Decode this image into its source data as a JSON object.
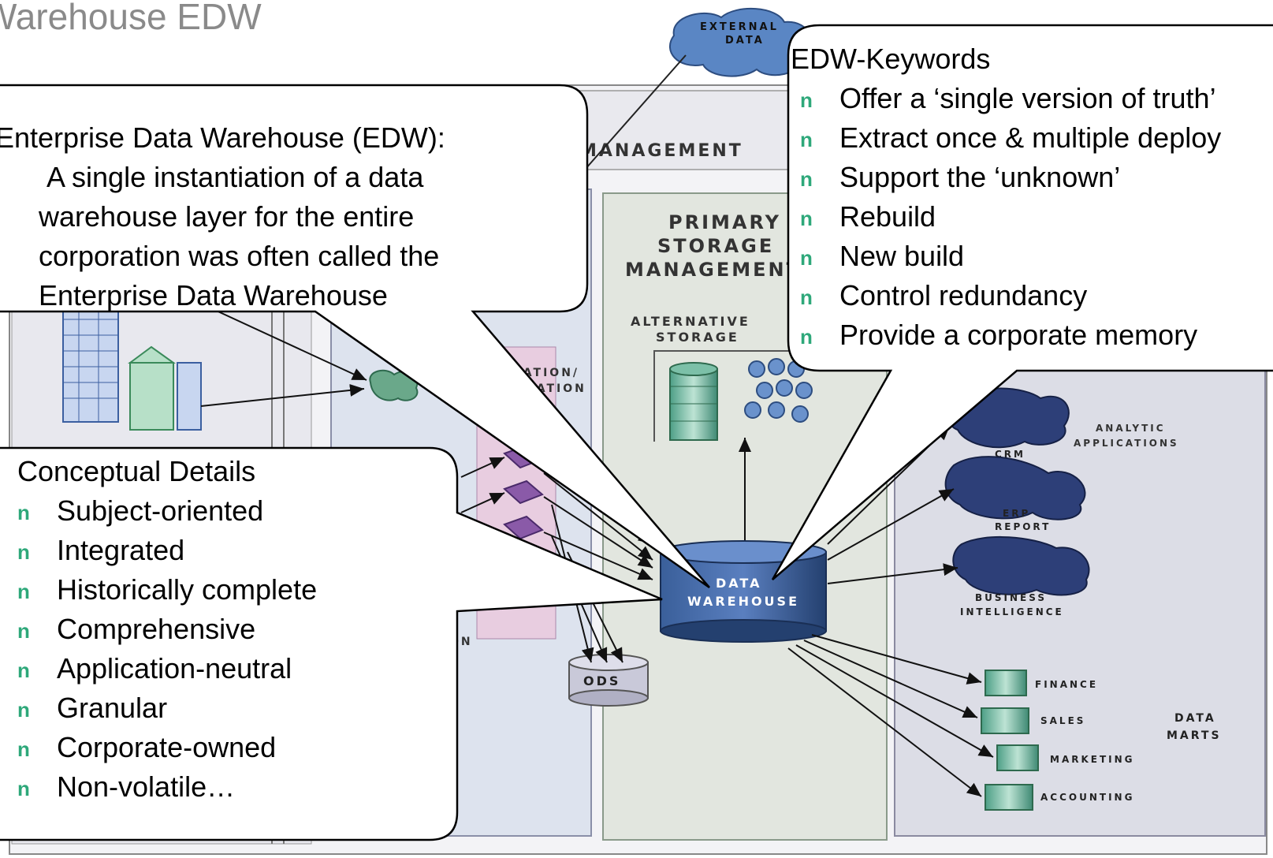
{
  "slide": {
    "title": "Warehouse EDW"
  },
  "diagram": {
    "external_data": [
      "EXTERNAL",
      "DATA"
    ],
    "management": "MANAGEMENT",
    "primary_storage": [
      "PRIMARY",
      "STORAGE",
      "MANAGEMENT"
    ],
    "alternative_storage": [
      "ALTERNATIVE",
      "STORAGE"
    ],
    "integration": [
      "RATION/",
      "RMATION"
    ],
    "left_fragment": "ON",
    "data_warehouse": [
      "DATA",
      "WAREHOUSE"
    ],
    "ods": "ODS",
    "analytic_applications": [
      "ANALYTIC",
      "APPLICATIONS"
    ],
    "crm": "CRM",
    "erp_report": [
      "ERP",
      "REPORT"
    ],
    "business_intelligence": [
      "BUSINESS",
      "INTELLIGENCE"
    ],
    "marts": [
      "FINANCE",
      "SALES",
      "MARKETING",
      "ACCOUNTING"
    ],
    "data_marts": [
      "DATA",
      "MARTS"
    ]
  },
  "callout_edw": {
    "heading": "Enterprise Data Warehouse (EDW):",
    "lines": [
      "A single instantiation of a data",
      "warehouse layer for the entire",
      "corporation was often called the",
      "Enterprise Data Warehouse"
    ]
  },
  "callout_keywords": {
    "heading": "EDW-Keywords",
    "bullet_marker": "n",
    "items": [
      "Offer a ‘single version of truth’",
      "Extract once & multiple deploy",
      "Support the ‘unknown’",
      "Rebuild",
      "New build",
      "Control redundancy",
      "Provide a corporate memory"
    ]
  },
  "callout_conceptual": {
    "heading": "Conceptual Details",
    "bullet_marker": "n",
    "items": [
      "Subject-oriented",
      "Integrated",
      "Historically complete",
      "Comprehensive",
      "Application-neutral",
      "Granular",
      "Corporate-owned",
      "Non-volatile…"
    ]
  },
  "colors": {
    "bullet": "#2ea87a",
    "warehouse": "#2e4f85",
    "panel": "#dcdde6",
    "mart": "#4a9a82"
  }
}
